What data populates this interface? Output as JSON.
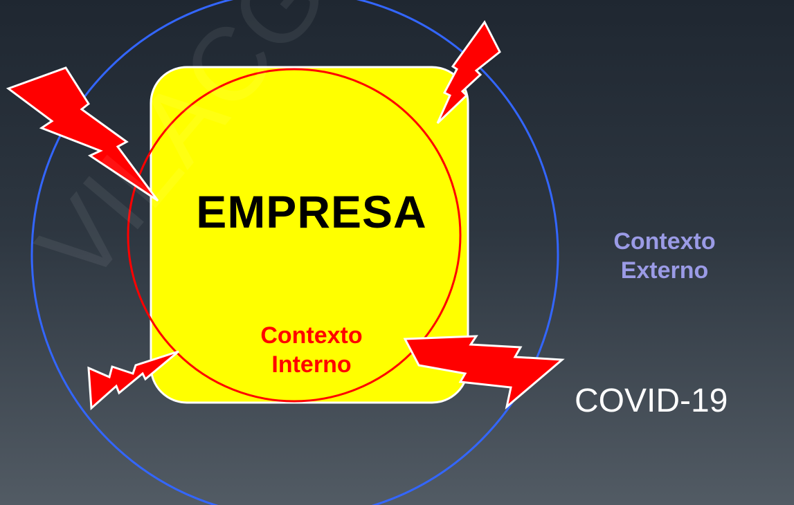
{
  "diagram": {
    "center_label": "EMPRESA",
    "internal_context": {
      "line1": "Contexto",
      "line2": "Interno"
    },
    "external_context": {
      "line1": "Contexto",
      "line2": "Externo"
    },
    "external_factor": "COVID-19",
    "watermark": "VILACGUAR"
  },
  "colors": {
    "background_top": "#1f2731",
    "background_bottom": "#525b64",
    "company_box": "#ffff00",
    "company_box_border": "#ffffff",
    "internal_circle": "#ff0000",
    "external_circle": "#3366ff",
    "lightning": "#ff0000",
    "internal_label": "#ff0000",
    "external_label": "#9b9be6",
    "covid_label": "#ffffff"
  },
  "icons": {
    "threat_symbol": "lightning-bolt-icon"
  }
}
